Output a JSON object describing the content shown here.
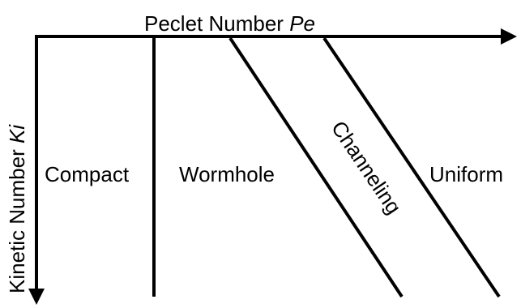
{
  "diagram": {
    "x_axis": {
      "label_text": "Peclet Number ",
      "label_symbol": "Pe"
    },
    "y_axis": {
      "label_text": "Kinetic Number ",
      "label_symbol": "Ki"
    },
    "regions": {
      "compact": "Compact",
      "wormhole": "Wormhole",
      "channeling": "Channeling",
      "uniform": "Uniform"
    },
    "colors": {
      "stroke": "#000000",
      "text": "#000000",
      "background": "#ffffff"
    }
  }
}
